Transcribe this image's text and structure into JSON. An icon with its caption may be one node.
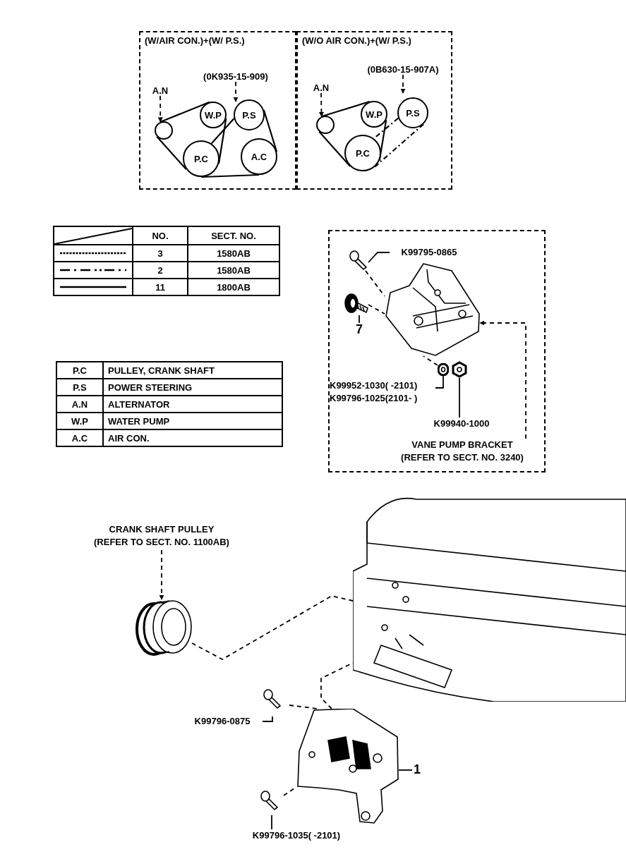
{
  "diagram": {
    "nodes": [
      {
        "text": [
          "(W/AIR CON.)+(W/ P.S.)"
        ]
      },
      {
        "text": [
          "A.N"
        ],
        "in": 0
      },
      {
        "text": [],
        "shape": "circle",
        "in": 0
      },
      {
        "text": [
          "W.P"
        ],
        "in": 0
      },
      {
        "text": [
          "P.S"
        ],
        "in": 0
      },
      {
        "text": [
          "P.C"
        ],
        "in": 0
      },
      {
        "text": [
          "A.C"
        ],
        "in": 0
      },
      {
        "text": [
          "(0K935-15-909)"
        ],
        "in": 0
      },
      {
        "text": [
          "(W/O AIR CON.)+(W/ P.S.)"
        ]
      },
      {
        "text": [
          "A.N"
        ],
        "in": 8
      },
      {
        "text": [],
        "shape": "circle",
        "in": 8
      },
      {
        "text": [
          "W.P"
        ],
        "in": 8
      },
      {
        "text": [
          "P.S"
        ],
        "in": 8
      },
      {
        "text": [
          "P.C"
        ],
        "in": 8
      },
      {
        "text": [
          "(0B630-15-907A)"
        ],
        "in": 8
      },
      {
        "text": [],
        "shape": "box"
      },
      {
        "text": [
          "K99795-0865"
        ],
        "in": 15
      },
      {
        "text": [],
        "shape": "picture",
        "in": 15
      },
      {
        "text": [
          "7"
        ],
        "in": 15
      },
      {
        "text": [],
        "shape": "picture",
        "in": 15
      },
      {
        "text": [],
        "shape": "picture",
        "in": 15
      },
      {
        "text": [
          "K99952-1030( -2101)",
          "K99796-1025(2101- )"
        ],
        "in": 15
      },
      {
        "text": [],
        "shape": "picture",
        "in": 15
      },
      {
        "text": [
          "K99940-1000"
        ],
        "in": 15
      },
      {
        "text": [],
        "shape": "picture",
        "in": 15
      },
      {
        "text": [
          "VANE PUMP BRACKET",
          "(REFER TO SECT. NO. 3240)"
        ],
        "in": 15
      },
      {
        "text": [
          "CRANK SHAFT PULLEY",
          "(REFER TO SECT. NO. 1100AB)"
        ]
      },
      {
        "text": [],
        "shape": "picture"
      },
      {
        "text": [],
        "shape": "picture"
      },
      {
        "text": [
          "K99796-0875"
        ]
      },
      {
        "text": [],
        "shape": "picture"
      },
      {
        "text": [],
        "shape": "picture"
      },
      {
        "text": [
          "1"
        ]
      },
      {
        "text": [],
        "shape": "picture"
      },
      {
        "text": [
          "K99796-1035( -2101)"
        ]
      }
    ],
    "edges": [
      {
        "from": 1,
        "to": 2,
        "arrow": "to",
        "style": "dashed"
      },
      {
        "from": 7,
        "to": null,
        "arrow": "to",
        "style": "dashed"
      },
      {
        "from": 9,
        "to": 10,
        "arrow": "to",
        "style": "dashed"
      },
      {
        "from": 14,
        "to": null,
        "arrow": "to",
        "style": "dashed"
      },
      {
        "from": 16,
        "to": 17,
        "arrow": "none"
      },
      {
        "from": 17,
        "to": 20,
        "arrow": "none",
        "style": "dashed"
      },
      {
        "from": 18,
        "to": 19,
        "arrow": "none"
      },
      {
        "from": 19,
        "to": 20,
        "arrow": "none",
        "style": "dashed"
      },
      {
        "from": 21,
        "to": 22,
        "arrow": "none"
      },
      {
        "from": 23,
        "to": 24,
        "arrow": "none"
      },
      {
        "from": 22,
        "to": 20,
        "arrow": "none",
        "style": "dashed"
      },
      {
        "from": 25,
        "to": 20,
        "arrow": "to",
        "style": "dashed"
      },
      {
        "from": 26,
        "to": 27,
        "arrow": "to",
        "style": "dashed"
      },
      {
        "from": 27,
        "to": 28,
        "arrow": "none",
        "style": "dashed"
      },
      {
        "from": 29,
        "to": 30,
        "arrow": "none"
      },
      {
        "from": 30,
        "to": 31,
        "arrow": "none",
        "style": "dashed"
      },
      {
        "from": 31,
        "to": 28,
        "arrow": "none",
        "style": "dashed"
      },
      {
        "from": 32,
        "to": 31,
        "arrow": "none"
      },
      {
        "from": 34,
        "to": 33,
        "arrow": "none"
      },
      {
        "from": 33,
        "to": 31,
        "arrow": "none",
        "style": "dashed"
      },
      {
        "from": 2,
        "to": 3,
        "arrow": "none"
      },
      {
        "from": 2,
        "to": 5,
        "arrow": "none"
      },
      {
        "from": 5,
        "to": 6,
        "arrow": "none"
      },
      {
        "from": 6,
        "to": 4,
        "arrow": "none"
      },
      {
        "from": 4,
        "to": 5,
        "arrow": "none"
      },
      {
        "from": 3,
        "to": 5,
        "arrow": "none"
      },
      {
        "from": 10,
        "to": 11,
        "arrow": "none"
      },
      {
        "from": 10,
        "to": 13,
        "arrow": "none"
      },
      {
        "from": 11,
        "to": 13,
        "arrow": "none"
      },
      {
        "from": 12,
        "to": 13,
        "arrow": "none",
        "style": "dashed"
      },
      {
        "from": 12,
        "to": 13,
        "arrow": "none",
        "style": "dashed"
      }
    ],
    "labels": [
      "NO.",
      "SECT. NO.",
      "3",
      "1580AB",
      "2",
      "1580AB",
      "11",
      "1800AB",
      "P.C",
      "PULLEY, CRANK SHAFT",
      "P.S",
      "POWER STEERING",
      "A.N",
      "ALTERNATOR",
      "W.P",
      "WATER PUMP",
      "A.C",
      "AIR CON."
    ]
  }
}
